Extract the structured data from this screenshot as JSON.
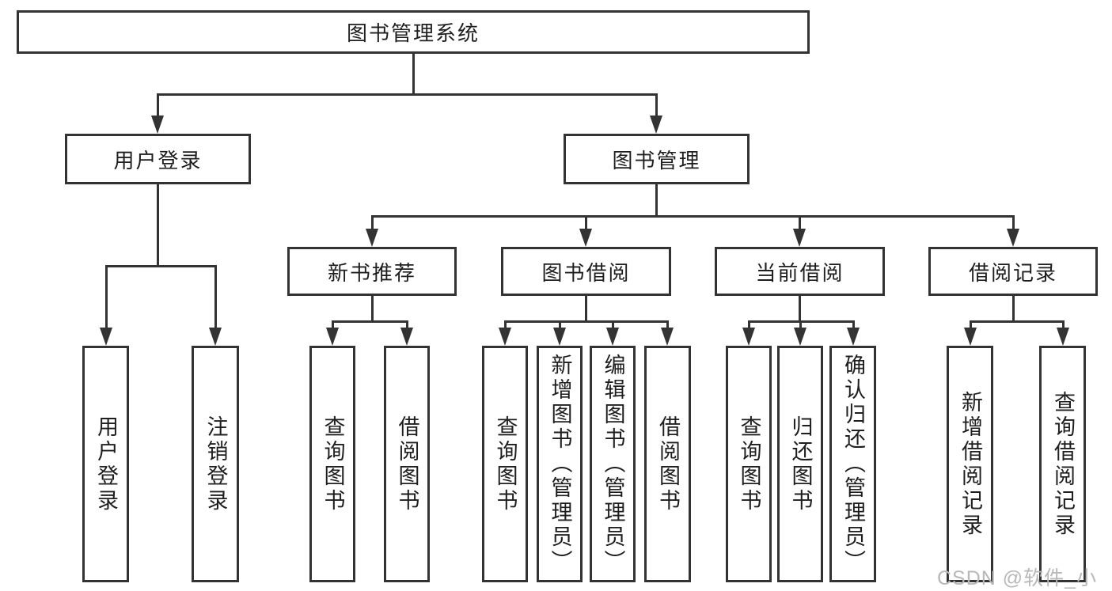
{
  "diagram": {
    "root_label": "图书管理系统",
    "level2": [
      {
        "id": "user-login",
        "label": "用户登录"
      },
      {
        "id": "book-management",
        "label": "图书管理"
      }
    ],
    "level3": [
      {
        "id": "new-book-recommend",
        "label": "新书推荐"
      },
      {
        "id": "book-borrow",
        "label": "图书借阅"
      },
      {
        "id": "current-borrow",
        "label": "当前借阅"
      },
      {
        "id": "borrow-records",
        "label": "借阅记录"
      }
    ],
    "leaves": [
      {
        "parent": "user-login",
        "label": "用户登录"
      },
      {
        "parent": "user-login",
        "label": "注销登录"
      },
      {
        "parent": "new-book-recommend",
        "label": "查询图书"
      },
      {
        "parent": "new-book-recommend",
        "label": "借阅图书"
      },
      {
        "parent": "book-borrow",
        "label": "查询图书"
      },
      {
        "parent": "book-borrow",
        "label": "新增图书（管理员）"
      },
      {
        "parent": "book-borrow",
        "label": "编辑图书（管理员）"
      },
      {
        "parent": "book-borrow",
        "label": "借阅图书"
      },
      {
        "parent": "current-borrow",
        "label": "查询图书"
      },
      {
        "parent": "current-borrow",
        "label": "归还图书"
      },
      {
        "parent": "current-borrow",
        "label": "确认归还（管理员）"
      },
      {
        "parent": "borrow-records",
        "label": "新增借阅记录"
      },
      {
        "parent": "borrow-records",
        "label": "查询借阅记录"
      }
    ],
    "watermark": "CSDN @软件_小贺同学",
    "colors": {
      "line": "#333333",
      "text": "#1e1e1e",
      "watermark": "#b8b8b8",
      "background": "#ffffff"
    }
  }
}
